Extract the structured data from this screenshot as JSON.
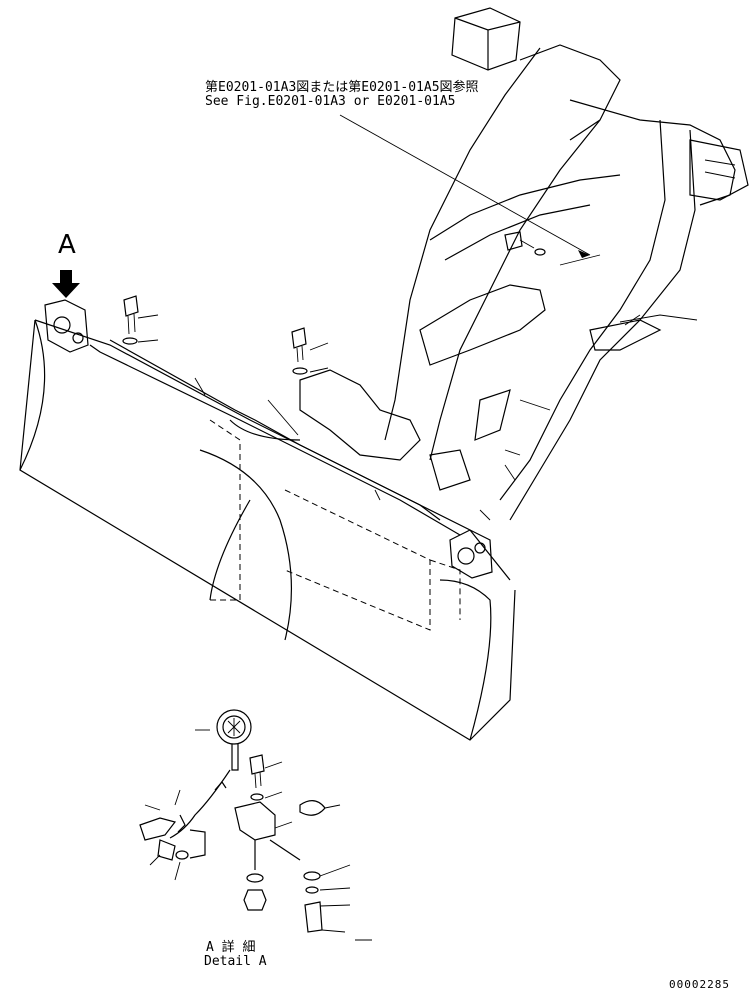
{
  "reference_note": {
    "line_jp": "第E0201-01A3図または第E0201-01A5図参照",
    "line_en": "See Fig.E0201-01A3 or E0201-01A5"
  },
  "view_marker": {
    "letter": "A"
  },
  "detail_caption": {
    "line_jp": "A 詳 細",
    "line_en": "Detail A"
  },
  "drawing_number": "00002285"
}
